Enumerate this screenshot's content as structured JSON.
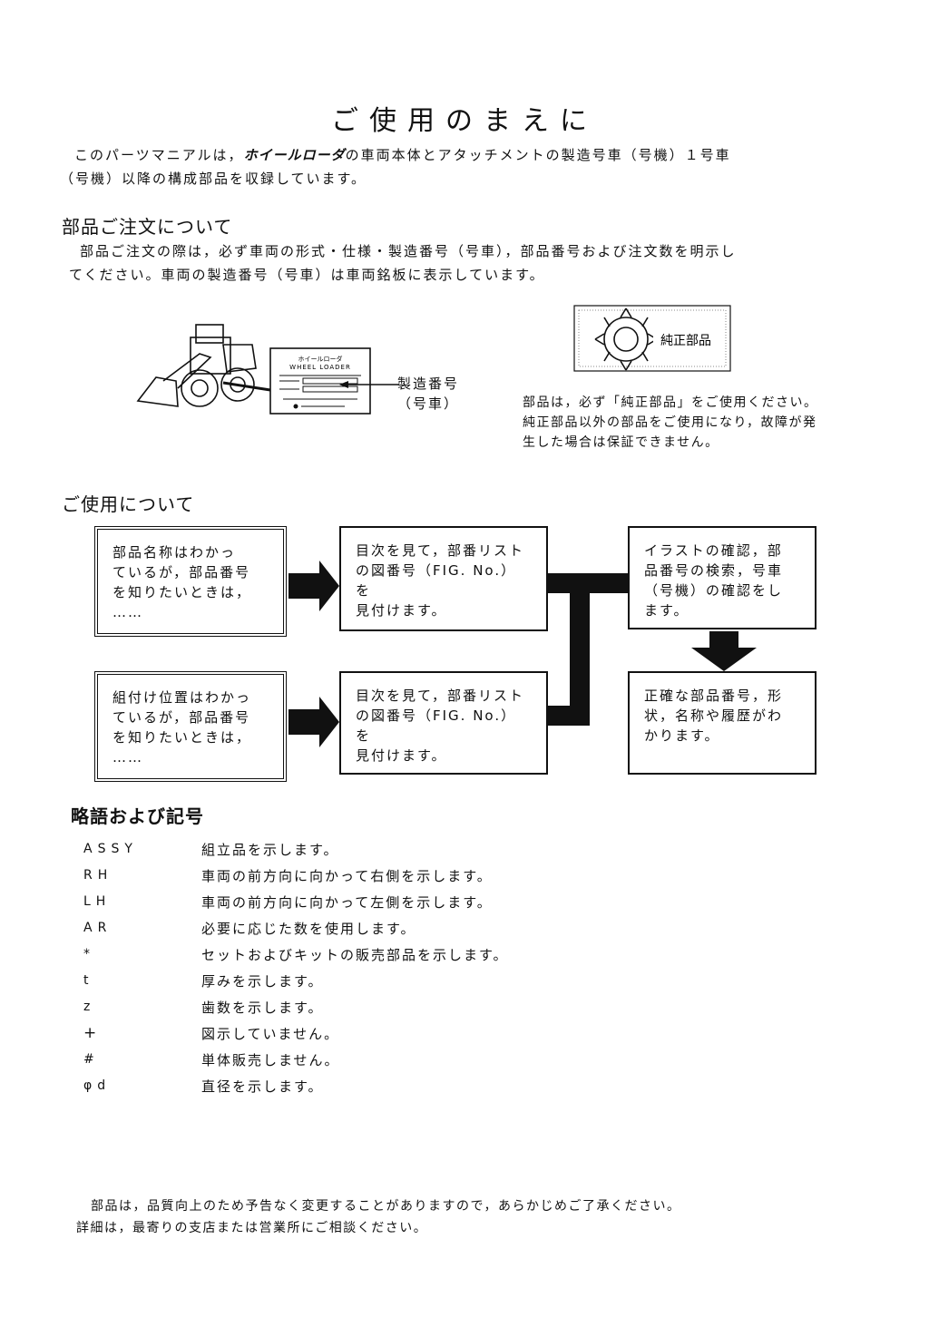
{
  "title": "ご使用のまえに",
  "intro": {
    "line1_pre": "このパーツマニアルは，",
    "brand": "ホイールローダ",
    "line1_post": "の車両本体とアタッチメントの製造号車（号機）１号車",
    "line2": "（号機）以降の構成部品を収録しています。"
  },
  "order_section": {
    "heading": "部品ご注文について",
    "line1": "部品ご注文の際は，必ず車両の形式・仕様・製造番号（号車），部品番号および注文数を明示し",
    "line2": "てください。車両の製造番号（号車）は車両銘板に表示しています。",
    "plate_title_jp": "ホイールローダ",
    "plate_title_en": "WHEEL LOADER",
    "serial_label_1": "製造番号",
    "serial_label_2": "（号車）",
    "genuine_badge": "純正部品",
    "genuine_note": [
      "部品は，必ず「純正部品」をご使用ください。",
      "純正部品以外の部品をご使用になり，故障が発",
      "生した場合は保証できません。"
    ]
  },
  "usage_section": {
    "heading": "ご使用について",
    "box_name_known": [
      "部品名称はわかっ",
      "ているが，部品番号",
      "を知りたいときは，",
      "……"
    ],
    "box_toc_1": [
      "目次を見て，部番リスト",
      "の図番号（FIG. No.）を",
      "見付けます。"
    ],
    "box_location_known": [
      "組付け位置はわかっ",
      "ているが，部品番号",
      "を知りたいときは，",
      "……"
    ],
    "box_toc_2": [
      "目次を見て，部番リスト",
      "の図番号（FIG. No.）を",
      "見付けます。"
    ],
    "box_confirm": [
      "イラストの確認，部",
      "品番号の検索，号車",
      "（号機）の確認をし",
      "ます。"
    ],
    "box_result": [
      "正確な部品番号，形",
      "状，名称や履歴がわ",
      "かります。"
    ]
  },
  "abbr_section": {
    "heading": "略語および記号",
    "items": [
      {
        "abbr": "ASSY",
        "desc": "組立品を示します。"
      },
      {
        "abbr": "RH",
        "desc": "車両の前方向に向かって右側を示します。"
      },
      {
        "abbr": "LH",
        "desc": "車両の前方向に向かって左側を示します。"
      },
      {
        "abbr": "AR",
        "desc": "必要に応じた数を使用します。"
      },
      {
        "abbr": "*",
        "desc": "セットおよびキットの販売部品を示します。"
      },
      {
        "abbr": "t",
        "desc": "厚みを示します。"
      },
      {
        "abbr": "z",
        "desc": "歯数を示します。"
      },
      {
        "abbr": "+",
        "desc": "図示していません。"
      },
      {
        "abbr": "#",
        "desc": "単体販売しません。"
      },
      {
        "abbr": "φd",
        "desc": "直径を示します。"
      }
    ]
  },
  "footer": {
    "line1": "部品は，品質向上のため予告なく変更することがありますので，あらかじめご了承ください。",
    "line2": "詳細は，最寄りの支店または営業所にご相談ください。"
  }
}
